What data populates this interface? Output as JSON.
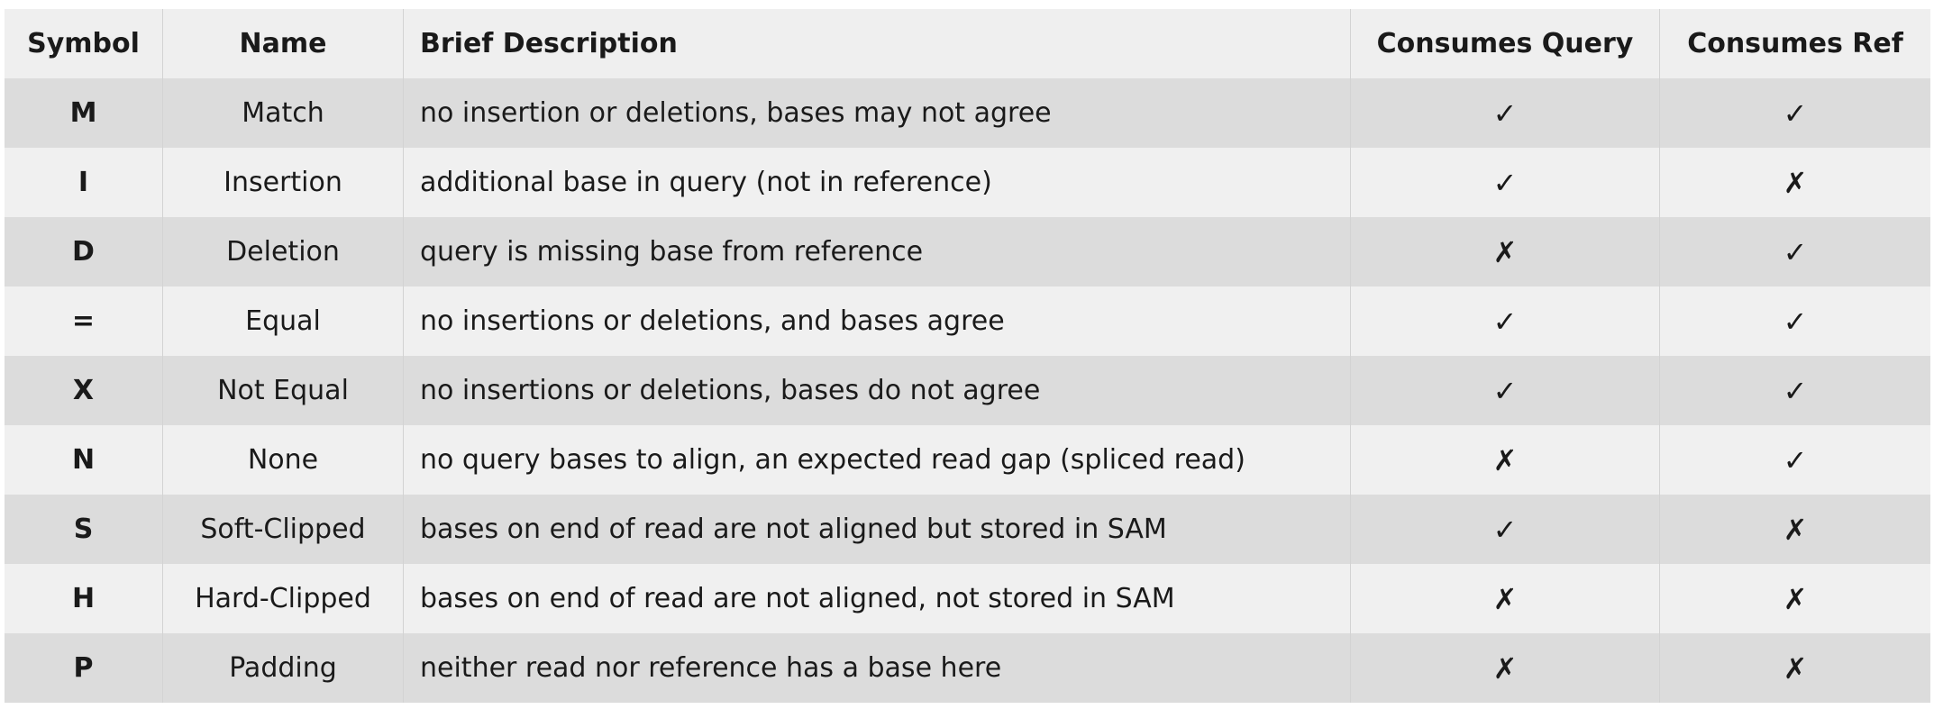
{
  "table": {
    "headers": [
      "Symbol",
      "Name",
      "Brief Description",
      "Consumes Query",
      "Consumes Ref"
    ],
    "rows": [
      {
        "symbol": "M",
        "name": "Match",
        "description": "no insertion or deletions, bases may not agree",
        "query": "✓",
        "ref": "✓"
      },
      {
        "symbol": "I",
        "name": "Insertion",
        "description": "additional base in query (not in reference)",
        "query": "✓",
        "ref": "✗"
      },
      {
        "symbol": "D",
        "name": "Deletion",
        "description": "query is missing base from reference",
        "query": "✗",
        "ref": "✓"
      },
      {
        "symbol": "=",
        "name": "Equal",
        "description": "no insertions or deletions, and bases agree",
        "query": "✓",
        "ref": "✓"
      },
      {
        "symbol": "X",
        "name": "Not Equal",
        "description": "no insertions or deletions, bases do not agree",
        "query": "✓",
        "ref": "✓"
      },
      {
        "symbol": "N",
        "name": "None",
        "description": "no query bases to align, an expected read gap (spliced read)",
        "query": "✗",
        "ref": "✓"
      },
      {
        "symbol": "S",
        "name": "Soft-Clipped",
        "description": "bases on end of read are not aligned but stored in SAM",
        "query": "✓",
        "ref": "✗"
      },
      {
        "symbol": "H",
        "name": "Hard-Clipped",
        "description": "bases on end of read are not aligned, not stored in SAM",
        "query": "✗",
        "ref": "✗"
      },
      {
        "symbol": "P",
        "name": "Padding",
        "description": "neither read nor reference has a base here",
        "query": "✗",
        "ref": "✗"
      }
    ]
  }
}
